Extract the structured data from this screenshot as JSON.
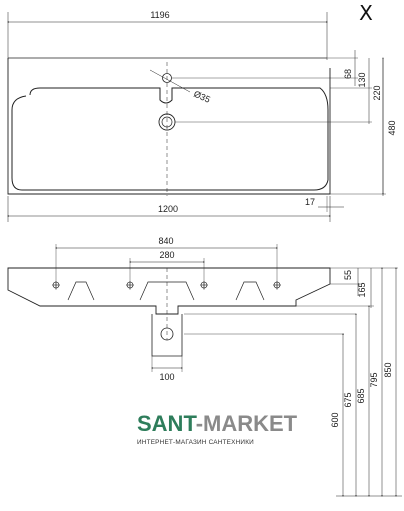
{
  "marker": "X",
  "top_view": {
    "width_top": "1196",
    "width_bottom": "1200",
    "hole_diameter": "Ø35",
    "dim_68": "68",
    "dim_130": "130",
    "dim_220": "220",
    "dim_480": "480",
    "dim_17": "17"
  },
  "front_view": {
    "dim_840": "840",
    "dim_280": "280",
    "dim_100": "100",
    "dim_55": "55",
    "dim_165": "165",
    "dim_600": "600",
    "dim_675": "675",
    "dim_685": "685",
    "dim_795": "795",
    "dim_850": "850"
  },
  "logo": {
    "name_part1": "SANT",
    "name_part2": "-MARKET",
    "tagline": "ИНТЕРНЕТ-МАГАЗИН САНТЕХНИКИ",
    "color_primary": "#2e7d5b",
    "color_secondary": "#8a8a8a"
  }
}
